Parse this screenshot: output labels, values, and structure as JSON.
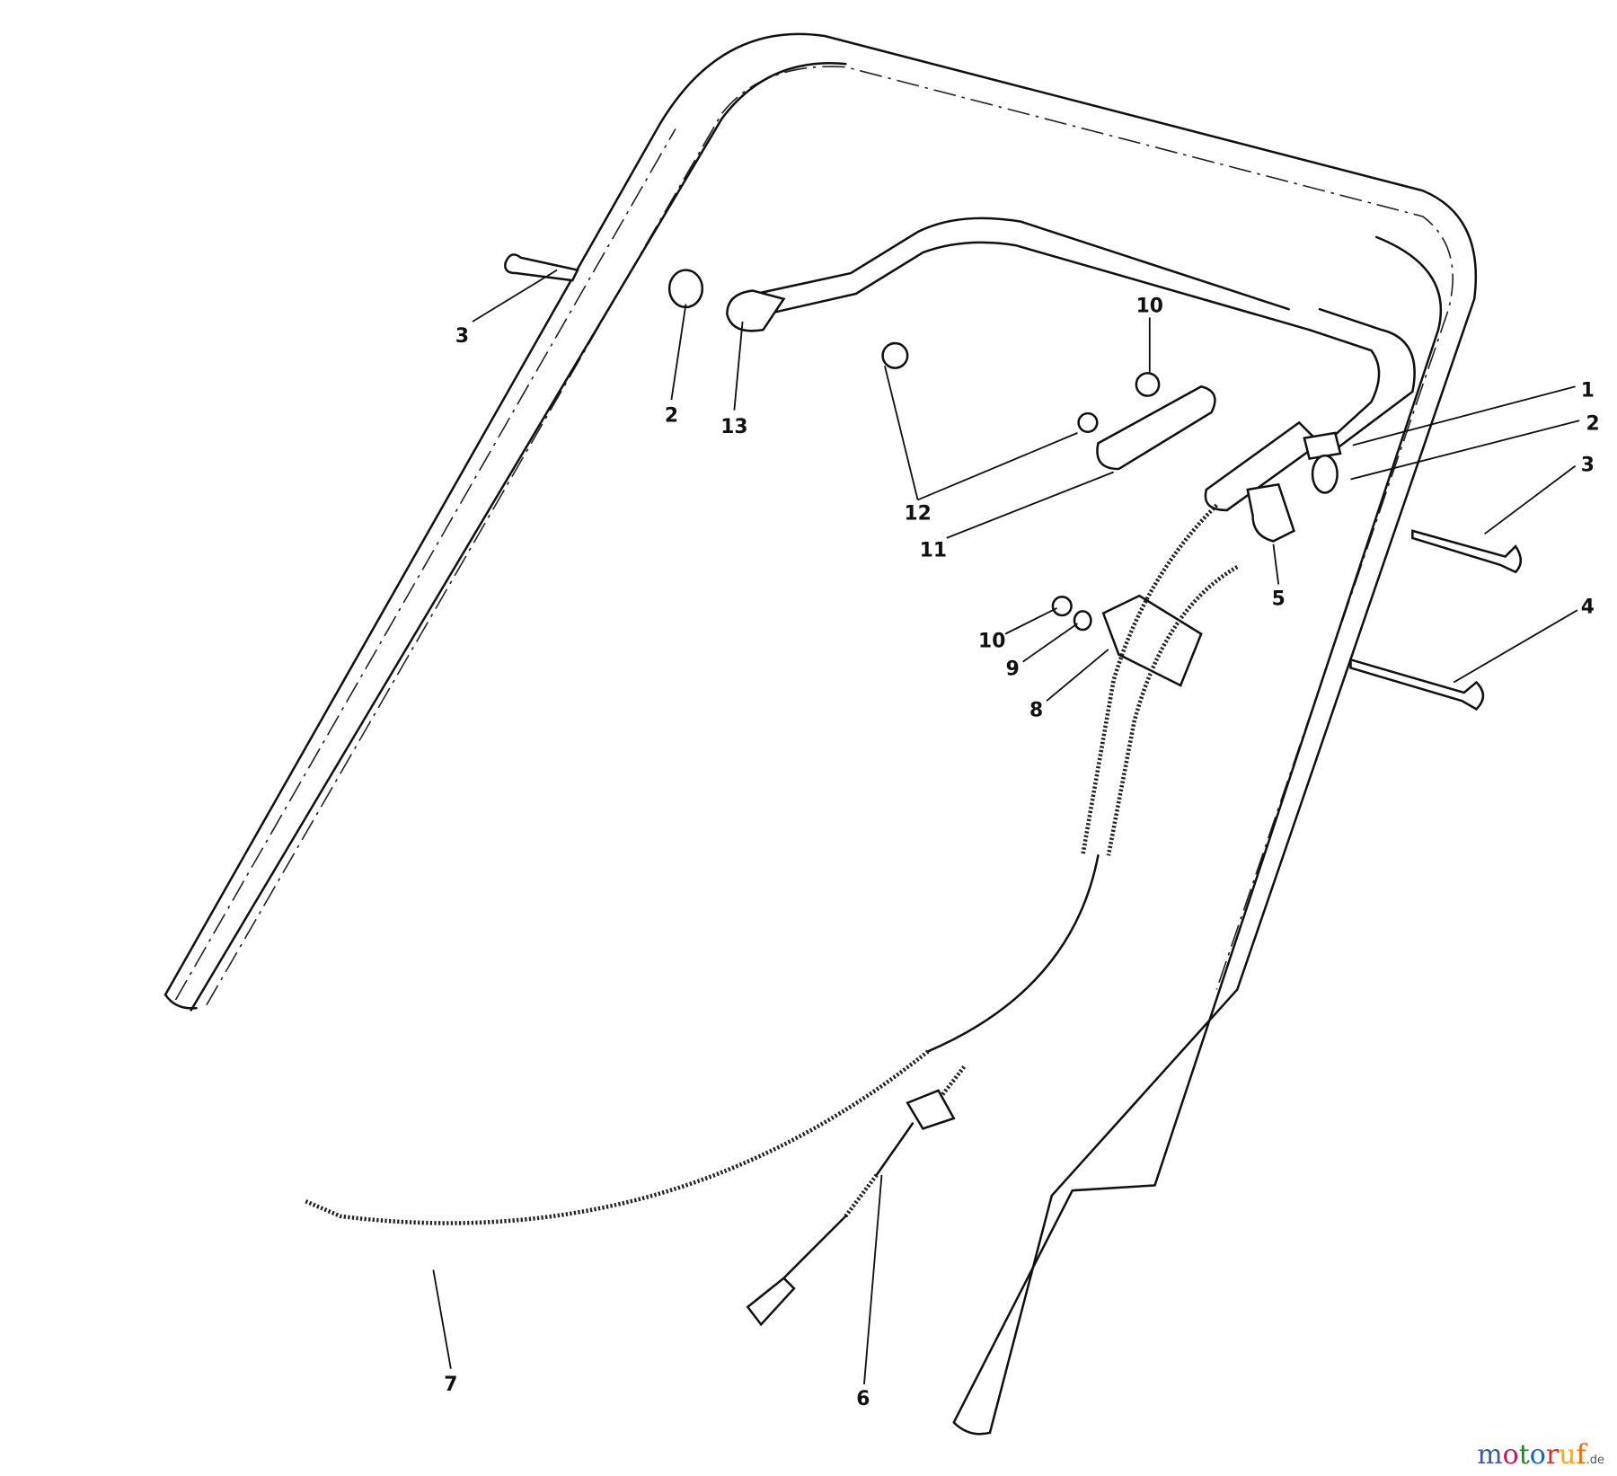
{
  "callouts": {
    "c1": "1",
    "c2a": "2",
    "c2b": "2",
    "c3a": "3",
    "c3b": "3",
    "c4": "4",
    "c5": "5",
    "c6": "6",
    "c7": "7",
    "c8": "8",
    "c9": "9",
    "c10a": "10",
    "c10b": "10",
    "c11": "11",
    "c12": "12",
    "c13": "13"
  },
  "watermark": {
    "brand": "motoruf",
    "tld": ".de",
    "colors": [
      "#3a5aa8",
      "#c2185b",
      "#2e7d32",
      "#1565c0",
      "#d32f2f",
      "#f9a825",
      "#ef6c00"
    ]
  }
}
